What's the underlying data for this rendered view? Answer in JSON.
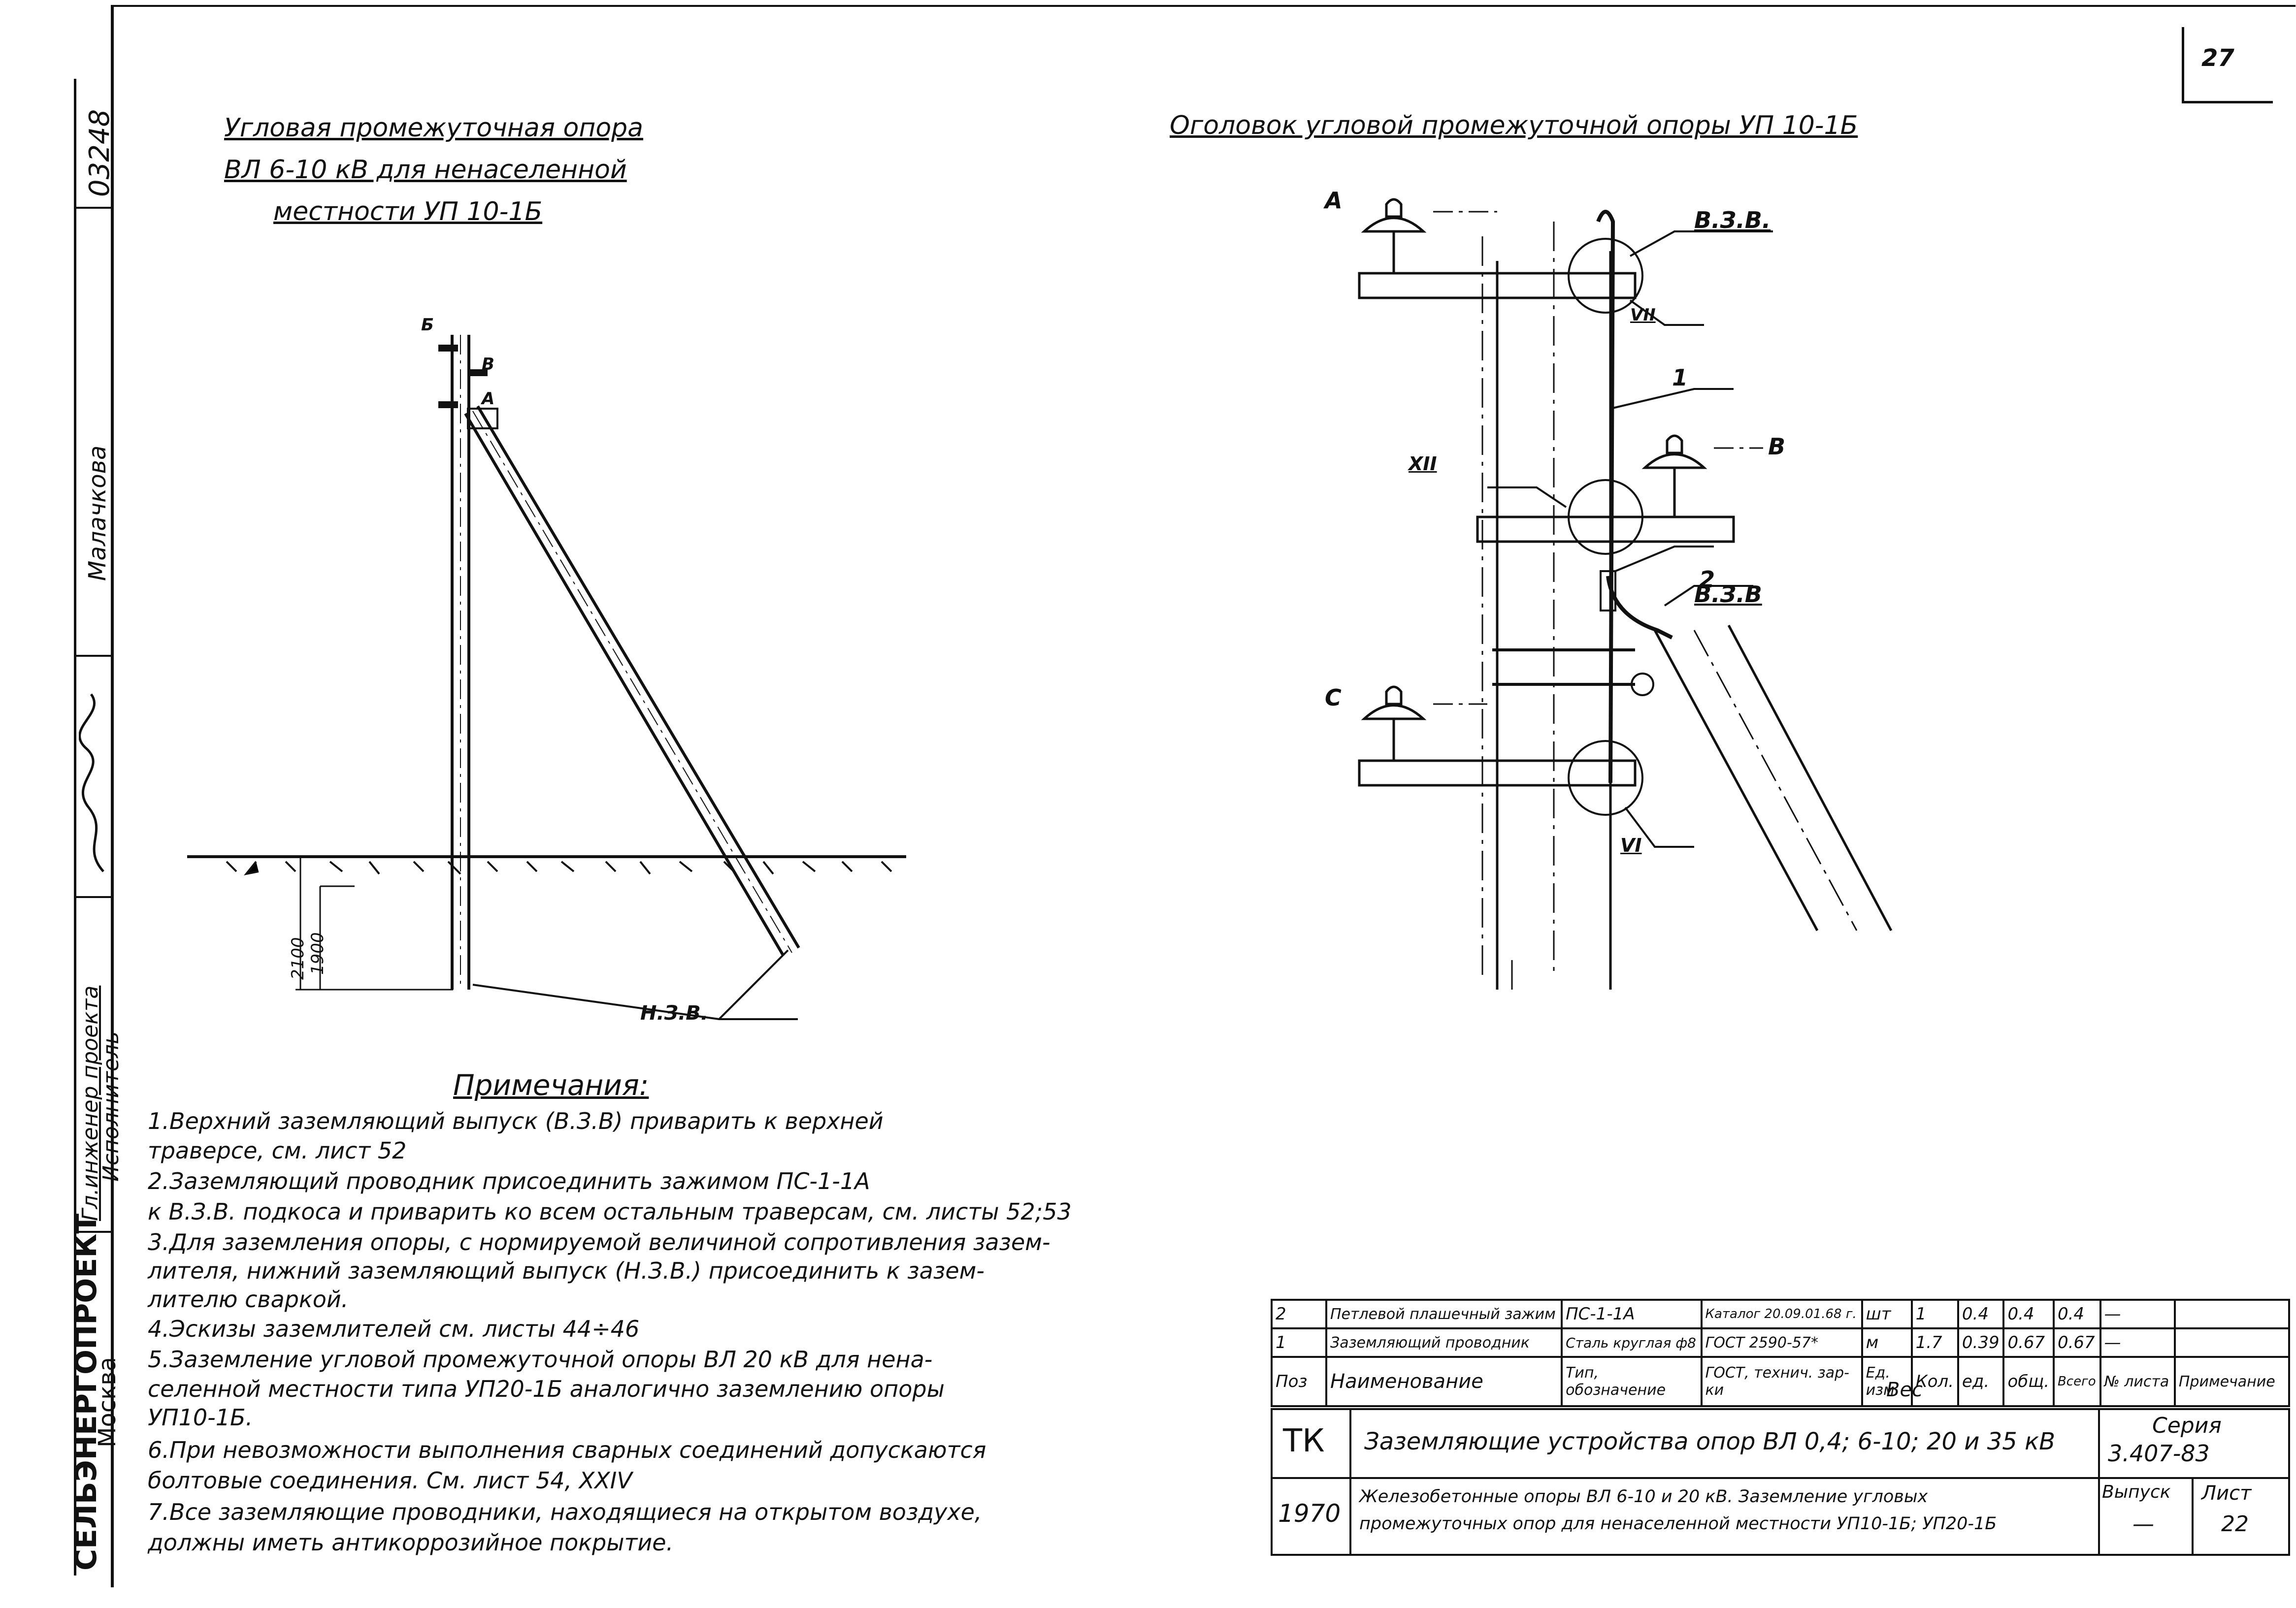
{
  "page_number": "27",
  "side_stamp": {
    "number": "03248",
    "names": "Малачкова",
    "org": "СЕЛЬЭНЕРГОПРОЕКТ",
    "city": "Москва",
    "roles": [
      "Гл.инженер проекта",
      "Исполнитель"
    ]
  },
  "left_title": [
    "Угловая промежуточная опора",
    "ВЛ 6-10 кВ для ненаселенной",
    "местности УП 10-1Б"
  ],
  "right_title": "Оголовок угловой промежуточной опоры УП 10-1Б",
  "left_drawing": {
    "labels": {
      "top": "Б",
      "side_b": "В",
      "side_a": "А",
      "grounding": "Н.З.В."
    },
    "dims": {
      "d1": "2100",
      "d2": "1900"
    }
  },
  "right_drawing": {
    "phase_labels": [
      "А",
      "В",
      "С"
    ],
    "callouts": {
      "vzv_top": "В.З.В.",
      "vzv_mid": "В.З.В",
      "pos1": "1",
      "pos2": "2",
      "v7": "VII",
      "v12": "XII",
      "v6": "VI"
    }
  },
  "notes": {
    "title": "Примечания:",
    "lines": [
      "1.Верхний заземляющий выпуск (В.З.В) приварить к верхней",
      "траверсе, см. лист 52",
      "2.Заземляющий проводник присоединить зажимом ПС-1-1А",
      "к В.З.В. подкоса и приварить ко всем остальным траверсам, см. листы 52;53",
      "3.Для заземления опоры, с нормируемой величиной сопротивления зазем-",
      "лителя, нижний заземляющий выпуск (Н.З.В.) присоединить к зазем-",
      "лителю сваркой.",
      "4.Эскизы заземлителей см. листы 44÷46",
      "5.Заземление угловой промежуточной опоры ВЛ 20 кВ для нена-",
      "селенной местности типа УП20-1Б аналогично заземлению опоры",
      "УП10-1Б.",
      "6.При невозможности выполнения сварных соединений допускаются",
      "болтовые соединения. См. лист 54, XXIV",
      "7.Все заземляющие проводники, находящиеся на открытом воздухе,",
      "должны иметь антикоррозийное покрытие."
    ]
  },
  "spec_table": {
    "rows": [
      [
        "2",
        "Петлевой плашечный зажим",
        "ПС-1-1А",
        "Каталог 20.09.01.68 г.",
        "шт",
        "1",
        "0.4",
        "0.4",
        "0.4",
        "—",
        ""
      ],
      [
        "1",
        "Заземляющий проводник",
        "Сталь круглая ф8",
        "ГОСТ 2590-57*",
        "м",
        "1.7",
        "0.39",
        "0.67",
        "0.67",
        "—",
        ""
      ]
    ],
    "header": [
      "Поз",
      "Наименование",
      "Тип, обозначение",
      "ГОСТ, технич. зар-ки",
      "Ед. изм.",
      "Кол.",
      "ед.",
      "общ.",
      "Всего",
      "№ листа",
      "Примечание"
    ],
    "weight_label": "Вес"
  },
  "title_block": {
    "code": "ТК",
    "year": "1970",
    "main_title": "Заземляющие устройства опор ВЛ 0,4; 6-10; 20 и 35 кВ",
    "sub_title_1": "Железобетонные опоры ВЛ 6-10 и 20 кВ. Заземление угловых",
    "sub_title_2": "промежуточных опор для ненаселенной местности УП10-1Б; УП20-1Б",
    "series_label": "Серия",
    "series_value": "3.407-83",
    "issue_label": "Выпуск",
    "issue_value": "—",
    "sheet_label": "Лист",
    "sheet_value": "22"
  }
}
